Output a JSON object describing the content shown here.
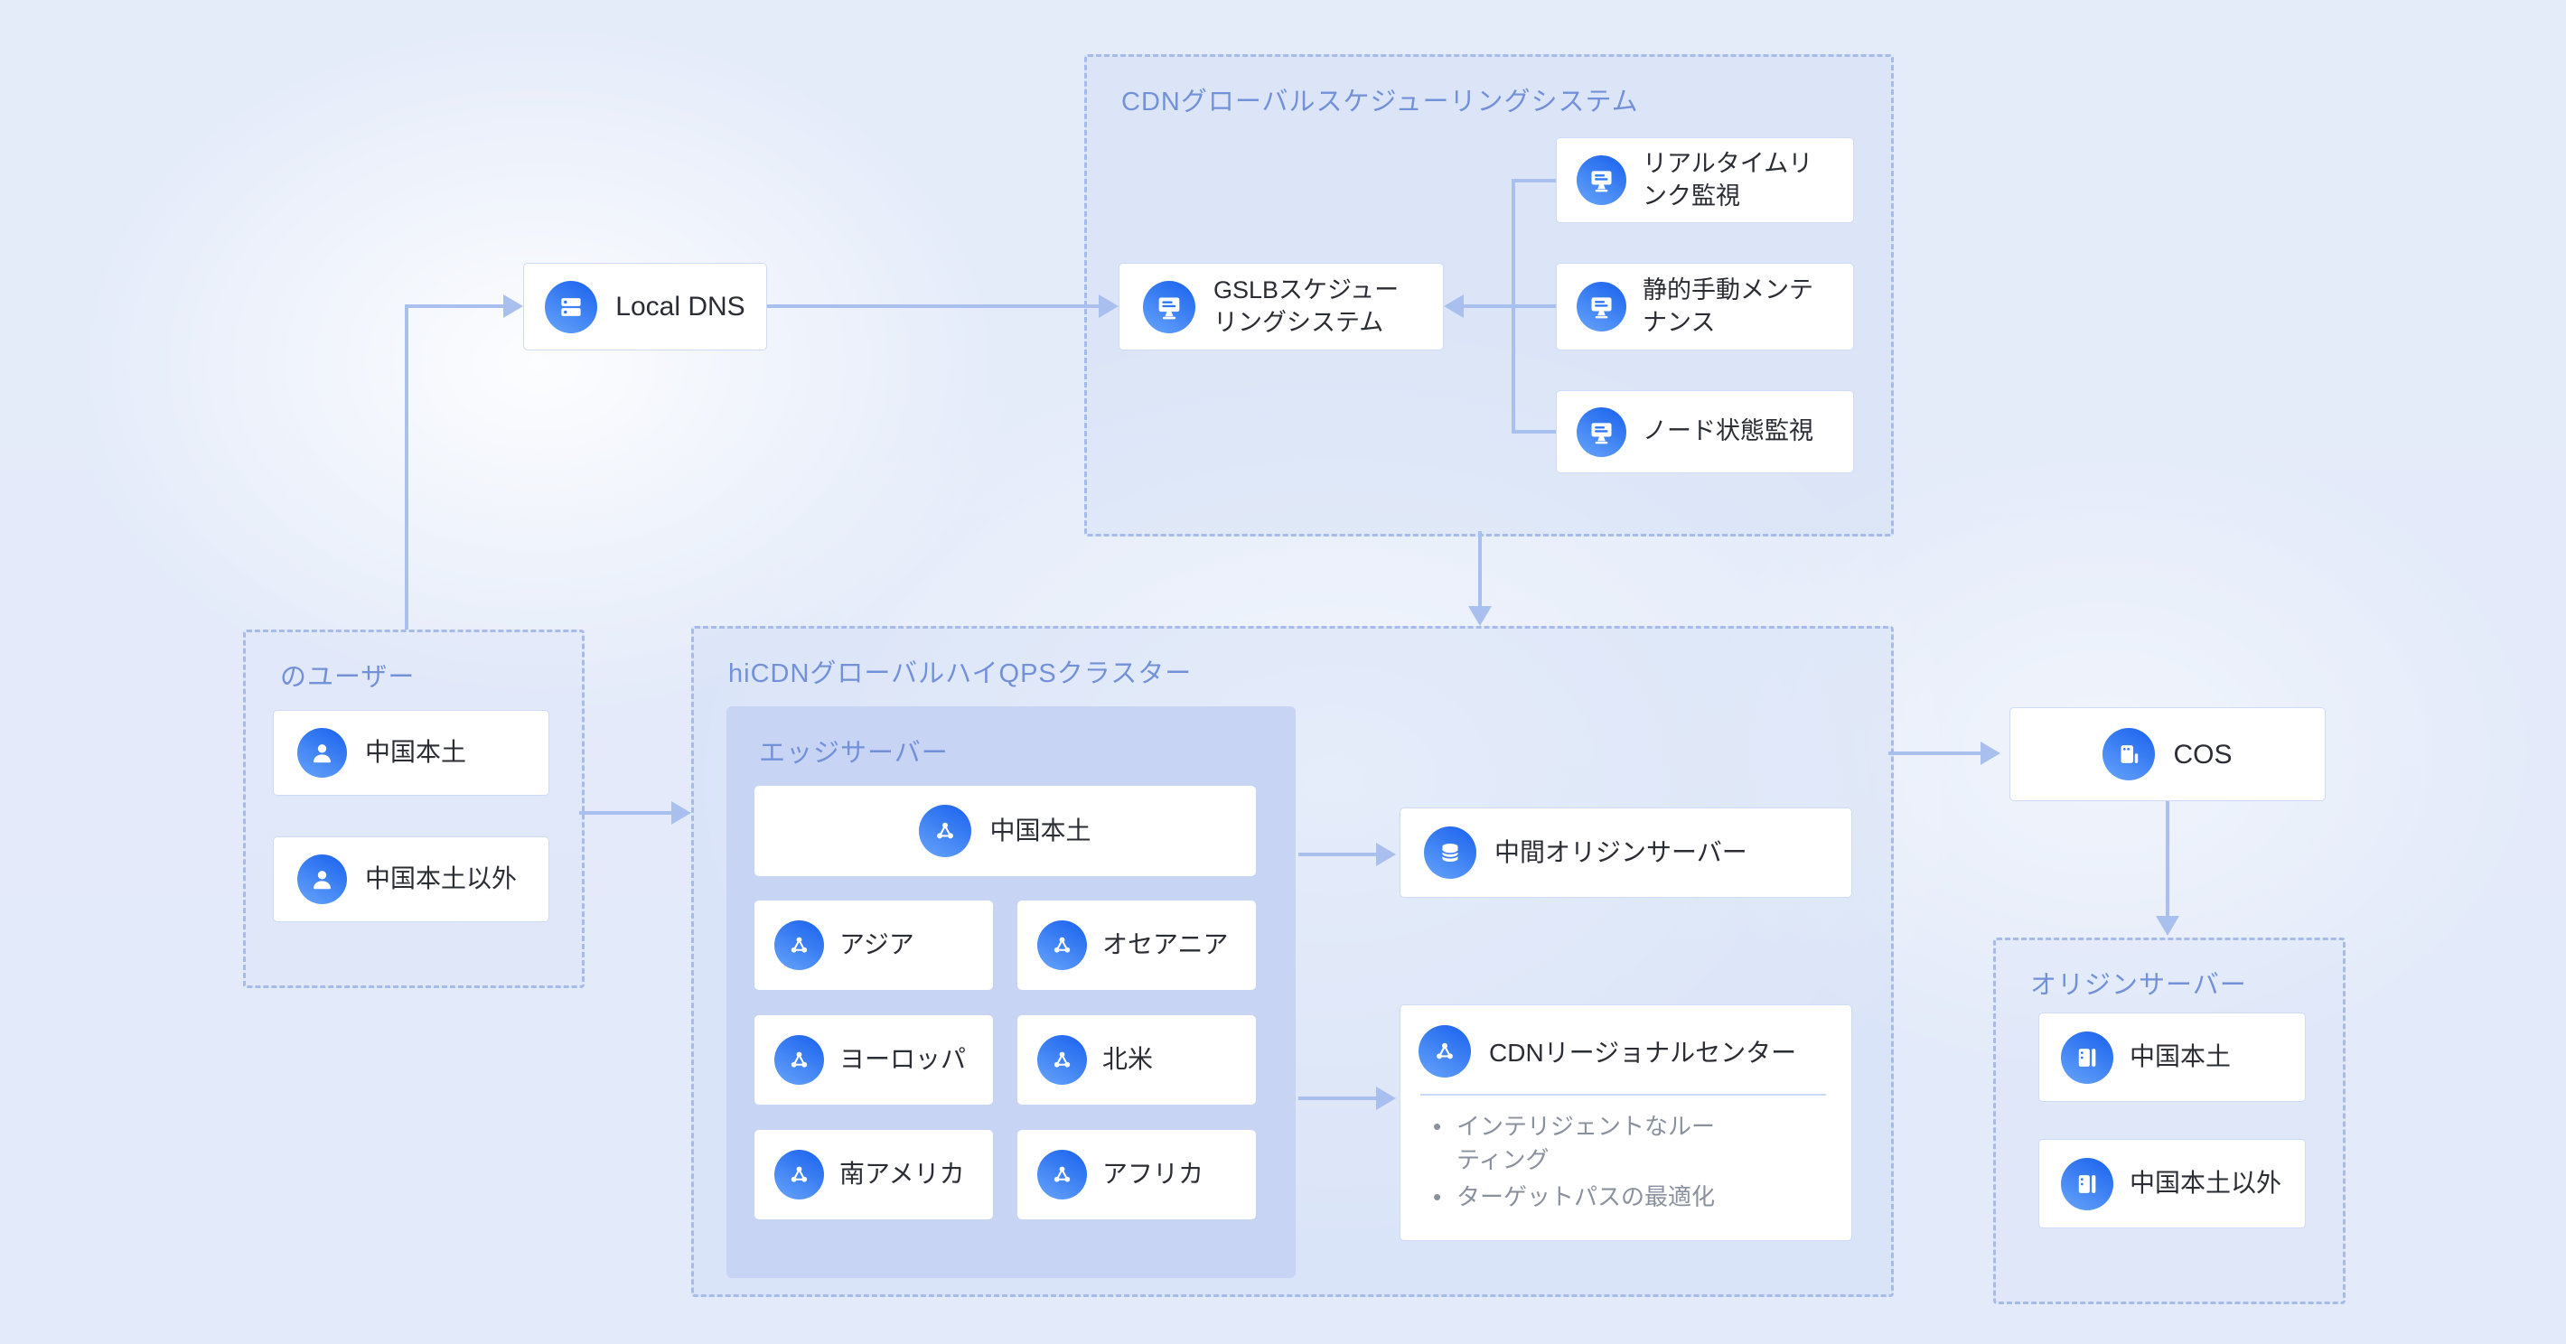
{
  "colors": {
    "background": "#e4ebf9",
    "dashed_border": "#a7bbea",
    "group_title": "#7391d8",
    "node_text": "#2a2d33",
    "muted_text": "#8a919e",
    "arrow": "#a9bfee",
    "icon_gradient_start": "#1f66ee",
    "icon_gradient_end": "#63a1fa",
    "edge_panel_bg": "#c7d4f3"
  },
  "scheduling": {
    "title": "CDNグローバルスケジューリングシステム",
    "gslb_label": "GSLBスケジューリングシステム",
    "monitors": [
      "リアルタイムリンク監視",
      "静的手動メンテナンス",
      "ノード状態監視"
    ]
  },
  "local_dns": {
    "label": "Local DNS"
  },
  "users": {
    "title": "のユーザー",
    "items": [
      "中国本土",
      "中国本土以外"
    ]
  },
  "cluster": {
    "title": "hiCDNグローバルハイQPSクラスター",
    "edge": {
      "title": "エッジサーバー",
      "primary": "中国本土",
      "regions": [
        "アジア",
        "オセアニア",
        "ヨーロッパ",
        "北米",
        "南アメリカ",
        "アフリカ"
      ]
    },
    "mid_origin_label": "中間オリジンサーバー",
    "regional_center": {
      "title": "CDNリージョナルセンター",
      "bullets": [
        "インテリジェントなルーティング",
        "ターゲットパスの最適化"
      ]
    }
  },
  "cos": {
    "label": "COS"
  },
  "origin": {
    "title": "オリジンサーバー",
    "items": [
      "中国本土",
      "中国本土以外"
    ]
  },
  "icons": {
    "local_dns": "server-stack-icon",
    "scheduling_nodes": "monitor-icon",
    "users": "person-icon",
    "edge_nodes": "network-node-icon",
    "mid_origin": "database-icon",
    "regional_center": "network-node-icon",
    "cos": "object-storage-icon",
    "origin_nodes": "server-cabinet-icon"
  }
}
